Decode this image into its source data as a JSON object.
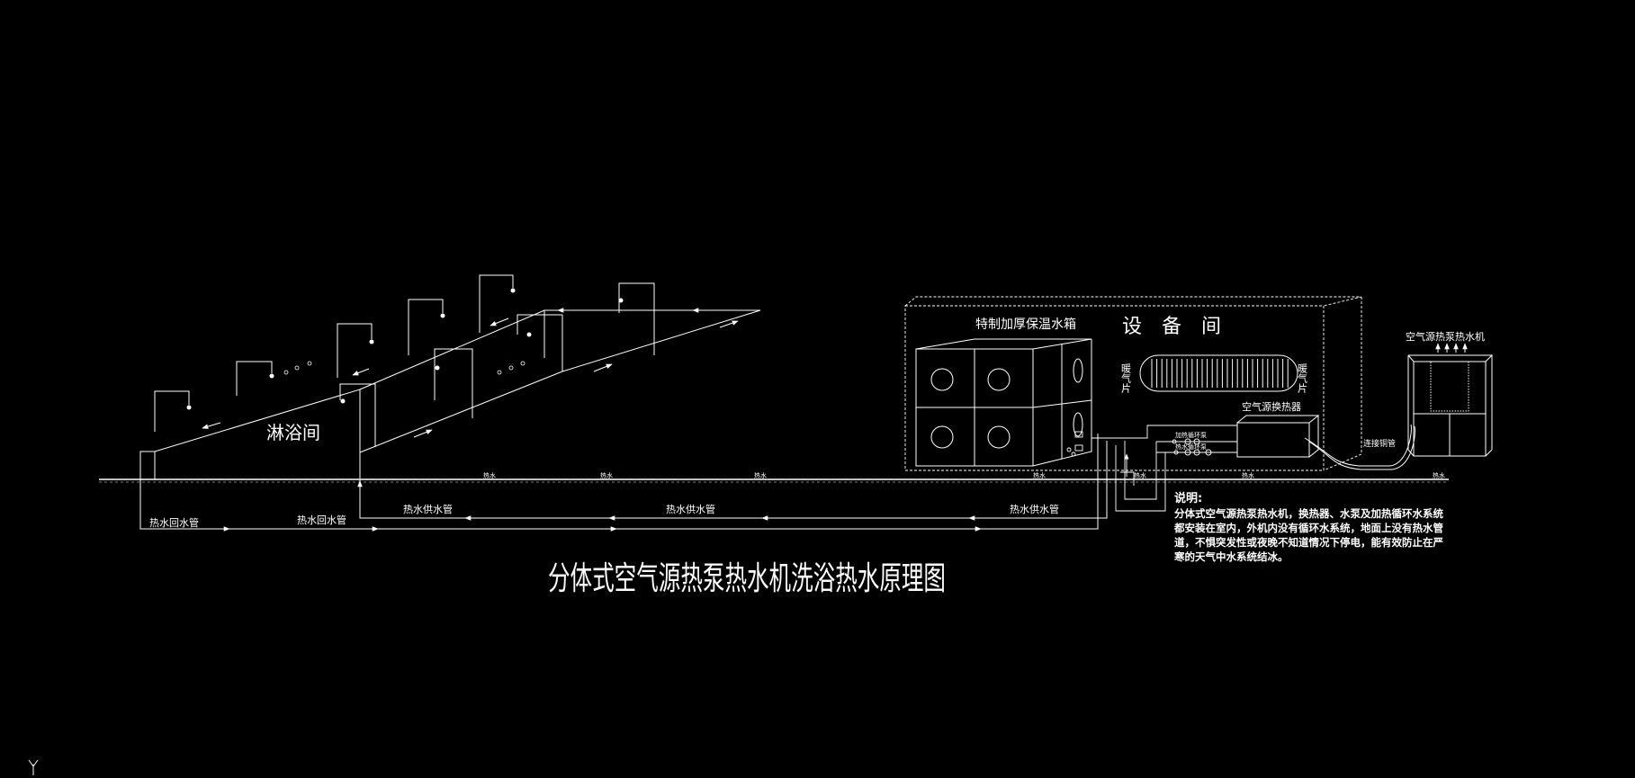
{
  "title": "分体式空气源热泵热水机洗浴热水原理图",
  "labels": {
    "shower_room": "淋浴间",
    "tank": "特制加厚保温水箱",
    "equipment_room": "设　备　间",
    "heat_pump_unit": "空气源热泵热水机",
    "heat_exchanger": "空气源换热器",
    "radiator_left": "暖气片",
    "radiator_right": "暖气片",
    "connect_pipe": "连接铜管",
    "heating_pump": "加热循环泵",
    "hot_pump": "热水循环泵",
    "pipe_hot_supply": "热水供水管",
    "pipe_hot_return": "热水回水管",
    "ground_tag": "热水"
  },
  "notes": {
    "heading": "说明:",
    "lines": [
      "分体式空气源热泵热水机，换热器、水泵及加热循环水系统",
      "都安装在室内，外机内没有循环水系统，地面上没有热水管",
      "道，不惧突发性或夜晚不知道情况下停电，能有效防止在严",
      "寒的天气中水系统结冰。"
    ]
  },
  "ucs": "Y",
  "colors": {
    "line": "#ffffff",
    "background": "#000000"
  }
}
